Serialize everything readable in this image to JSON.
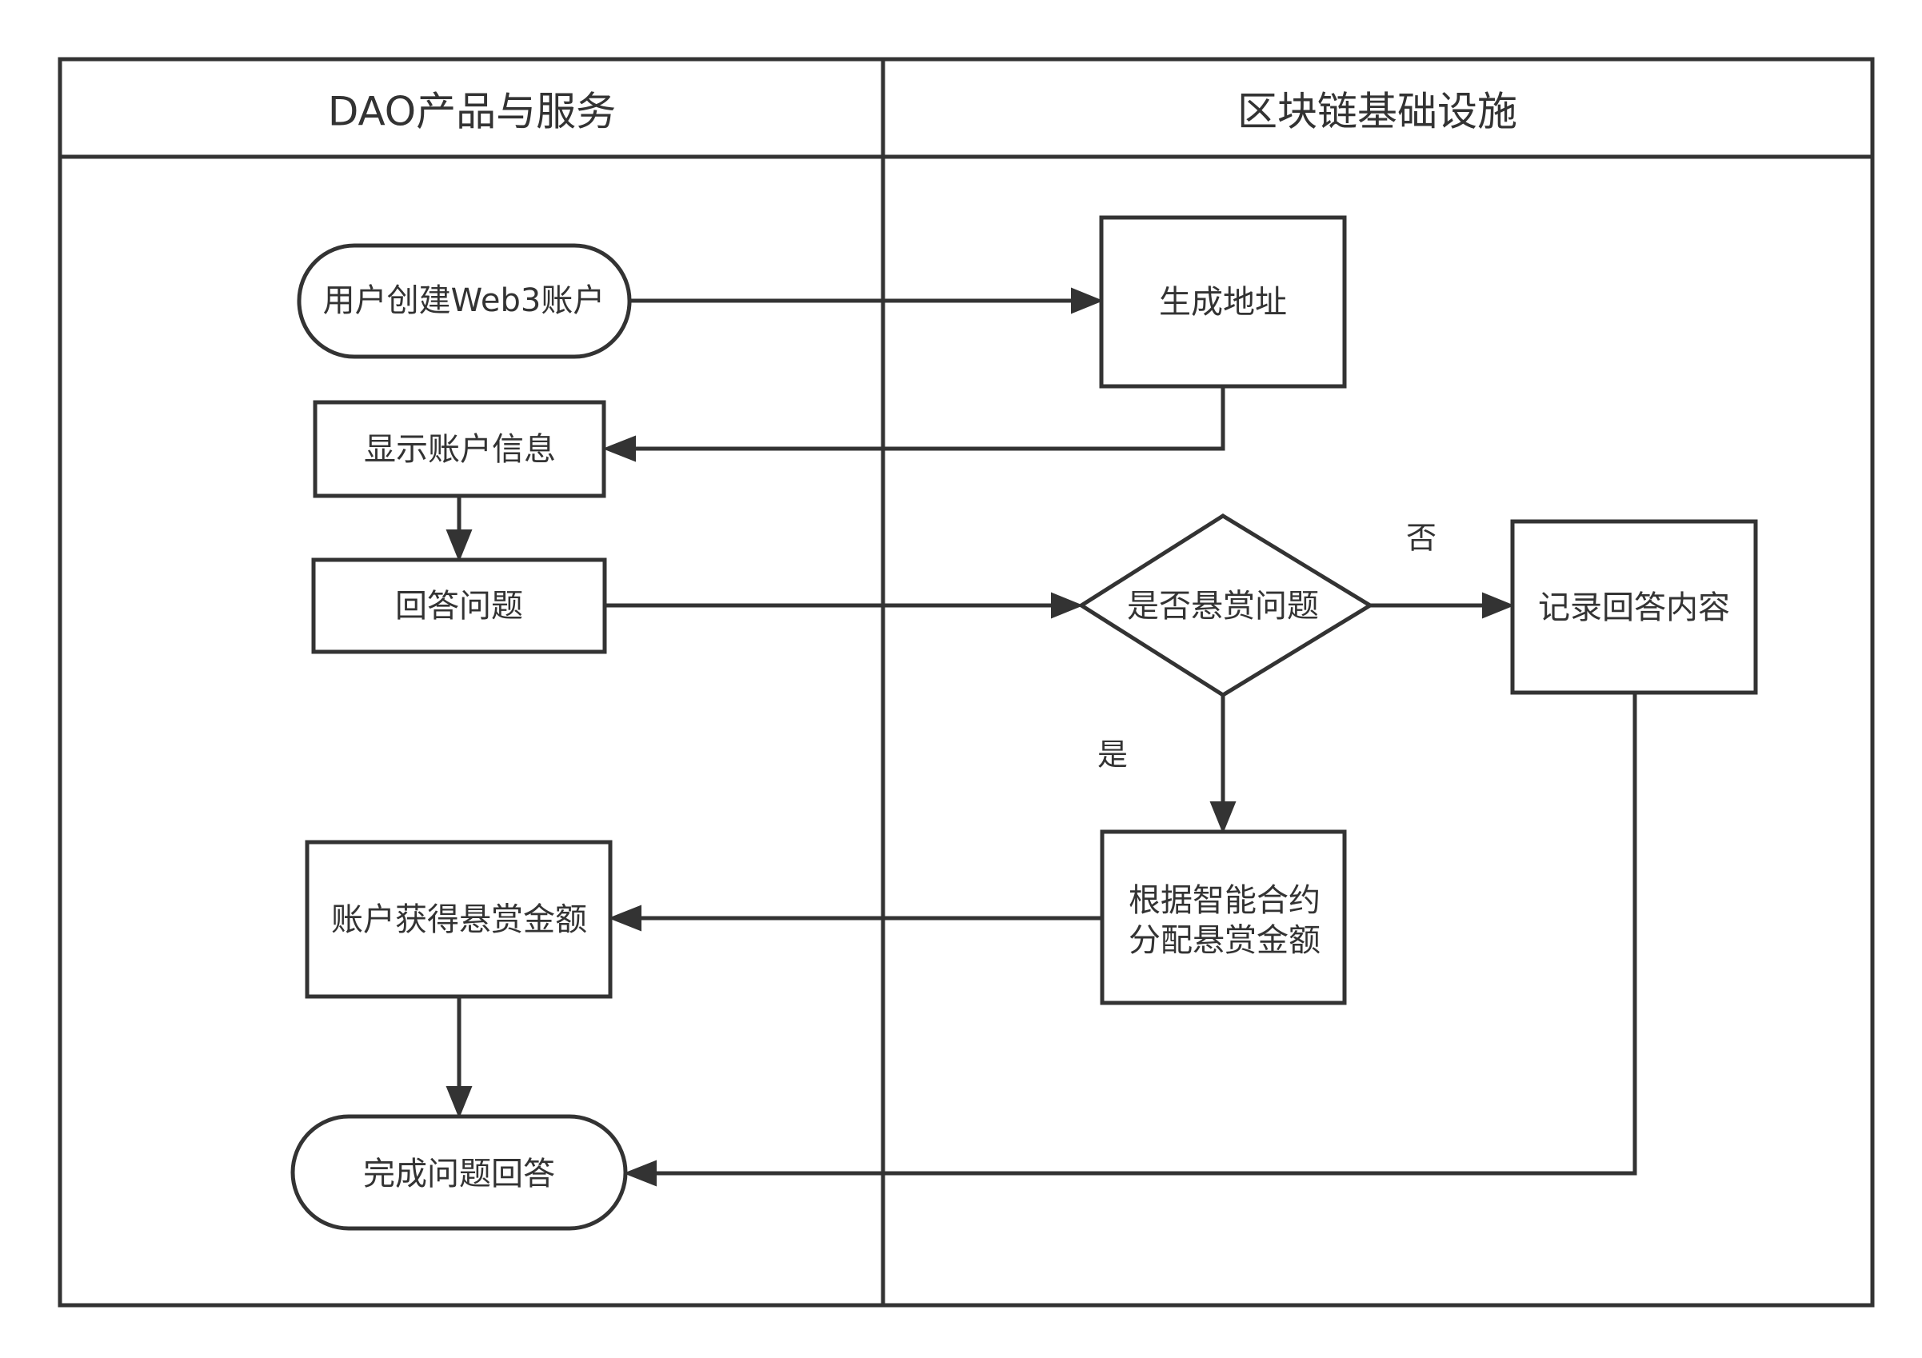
{
  "lanes": {
    "left_title": "DAO产品与服务",
    "right_title": "区块链基础设施"
  },
  "nodes": {
    "create_account": "用户创建Web3账户",
    "generate_address": "生成地址",
    "show_account_info": "显示账户信息",
    "answer_question": "回答问题",
    "is_bounty": "是否悬赏问题",
    "record_answer": "记录回答内容",
    "distribute_bounty_line1": "根据智能合约",
    "distribute_bounty_line2": "分配悬赏金额",
    "receive_bounty": "账户获得悬赏金额",
    "complete_answer": "完成问题回答"
  },
  "edge_labels": {
    "no": "否",
    "yes": "是"
  },
  "colors": {
    "stroke": "#333333",
    "background": "#ffffff"
  }
}
